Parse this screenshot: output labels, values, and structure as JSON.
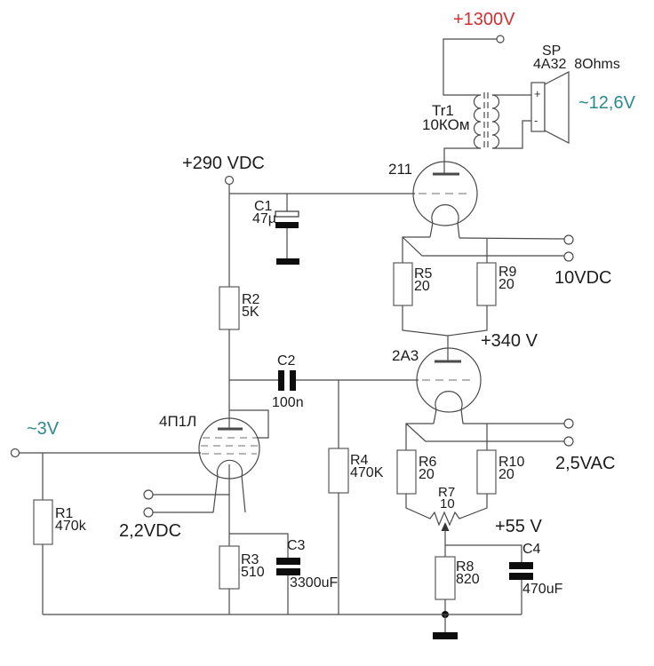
{
  "colors": {
    "wire": "#4a4a4a",
    "grid_dash": "#8a8a8a",
    "label": "#1c1c1c",
    "accent_red": "#d03030",
    "accent_teal": "#2b8a8d"
  },
  "voltages": {
    "plate_supply_211": "+1300V",
    "plate_supply_driver": "+290 VDC",
    "cathode_211": "+340 V",
    "cathode_2a3": "+55 V",
    "heater_211": "10VDC",
    "heater_2a3": "2,5VAC",
    "heater_4p1l": "2,2VDC",
    "input_signal": "~3V",
    "speaker_signal": "~12,6V"
  },
  "tubes": {
    "driver": "4П1Л",
    "middle": "2A3",
    "output": "211"
  },
  "transformer": {
    "name": "Tr1",
    "value": "10КОм"
  },
  "speaker": {
    "name": "SP",
    "model": "4A32  8Ohms",
    "plus": "+",
    "minus": "-"
  },
  "resistors": {
    "r1": {
      "name": "R1",
      "value": "470k"
    },
    "r2": {
      "name": "R2",
      "value": "5K"
    },
    "r3": {
      "name": "R3",
      "value": "510"
    },
    "r4": {
      "name": "R4",
      "value": "470K"
    },
    "r5": {
      "name": "R5",
      "value": "20"
    },
    "r6": {
      "name": "R6",
      "value": "20"
    },
    "r7": {
      "name": "R7",
      "value": "10"
    },
    "r8": {
      "name": "R8",
      "value": "820"
    },
    "r9": {
      "name": "R9",
      "value": "20"
    },
    "r10": {
      "name": "R10",
      "value": "20"
    }
  },
  "capacitors": {
    "c1": {
      "name": "C1",
      "value": "47µ"
    },
    "c2": {
      "name": "C2",
      "value": "100n"
    },
    "c3": {
      "name": "C3",
      "value": "3300uF"
    },
    "c4": {
      "name": "C4",
      "value": "470uF"
    }
  }
}
